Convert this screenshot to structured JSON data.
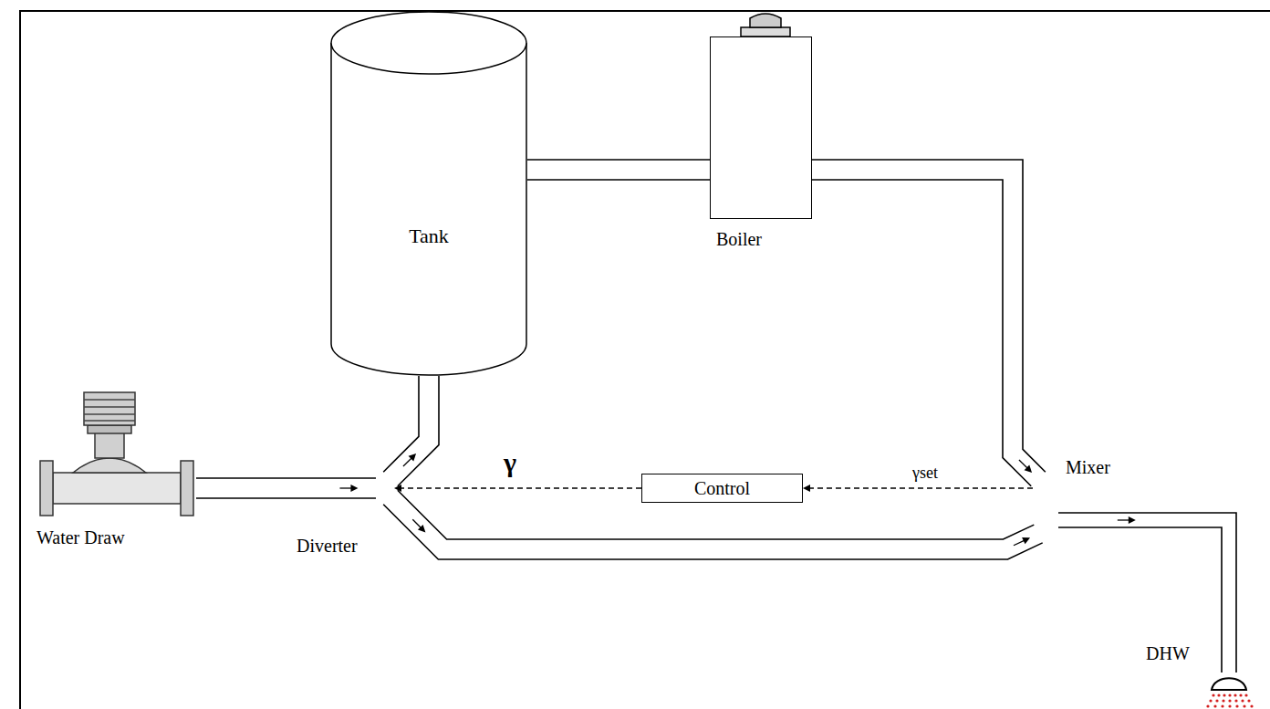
{
  "diagram": {
    "nodes": [
      {
        "text": [
          "Tank"
        ]
      },
      {
        "text": [
          "Boiler"
        ]
      },
      {
        "text": [
          "Water Draw"
        ]
      },
      {
        "text": [
          "Diverter"
        ]
      },
      {
        "text": [
          "Control"
        ]
      },
      {
        "text": [
          "Mixer"
        ]
      },
      {
        "text": [
          "DHW"
        ]
      }
    ],
    "edges": [
      {
        "from": 2,
        "to": 3,
        "arrow": "to"
      },
      {
        "from": 3,
        "to": 0,
        "arrow": "to"
      },
      {
        "from": 3,
        "to": 5,
        "arrow": "to"
      },
      {
        "from": 0,
        "to": 1,
        "arrow": "none"
      },
      {
        "from": 1,
        "to": 5,
        "arrow": "to"
      },
      {
        "from": 5,
        "to": 6,
        "arrow": "to"
      },
      {
        "from": 4,
        "to": 3,
        "label": "γ",
        "arrow": "to"
      },
      {
        "from": 5,
        "to": 4,
        "label": "γset",
        "arrow": "to"
      }
    ]
  }
}
